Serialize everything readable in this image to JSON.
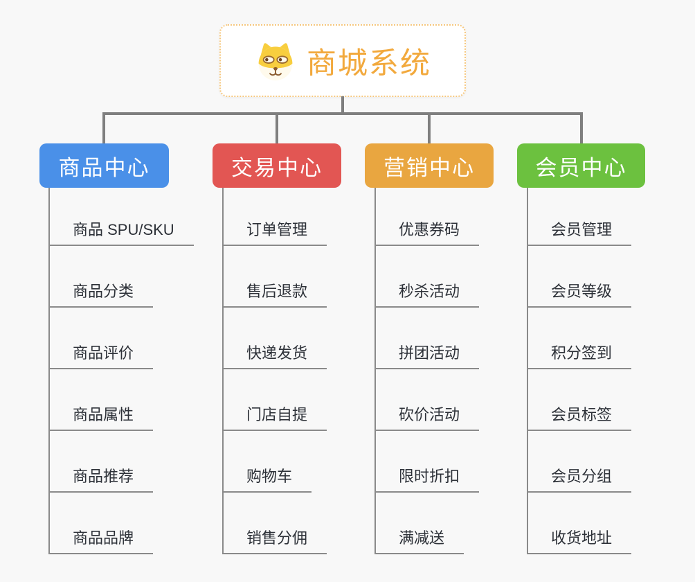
{
  "root": {
    "title": "商城系统",
    "icon": "shiba-dog-icon",
    "accent_color": "#F2A93D",
    "border_color": "#F6C77D"
  },
  "connector_color": "#7F7F7F",
  "background_color": "#F8F8F8",
  "branches": [
    {
      "label": "商品中心",
      "color": "#4A90E8",
      "items": [
        "商品 SPU/SKU",
        "商品分类",
        "商品评价",
        "商品属性",
        "商品推荐",
        "商品品牌"
      ]
    },
    {
      "label": "交易中心",
      "color": "#E25653",
      "items": [
        "订单管理",
        "售后退款",
        "快递发货",
        "门店自提",
        "购物车",
        "销售分佣"
      ]
    },
    {
      "label": "营销中心",
      "color": "#E9A640",
      "items": [
        "优惠券码",
        "秒杀活动",
        "拼团活动",
        "砍价活动",
        "限时折扣",
        "满减送"
      ]
    },
    {
      "label": "会员中心",
      "color": "#6CC13F",
      "items": [
        "会员管理",
        "会员等级",
        "积分签到",
        "会员标签",
        "会员分组",
        "收货地址"
      ]
    }
  ]
}
